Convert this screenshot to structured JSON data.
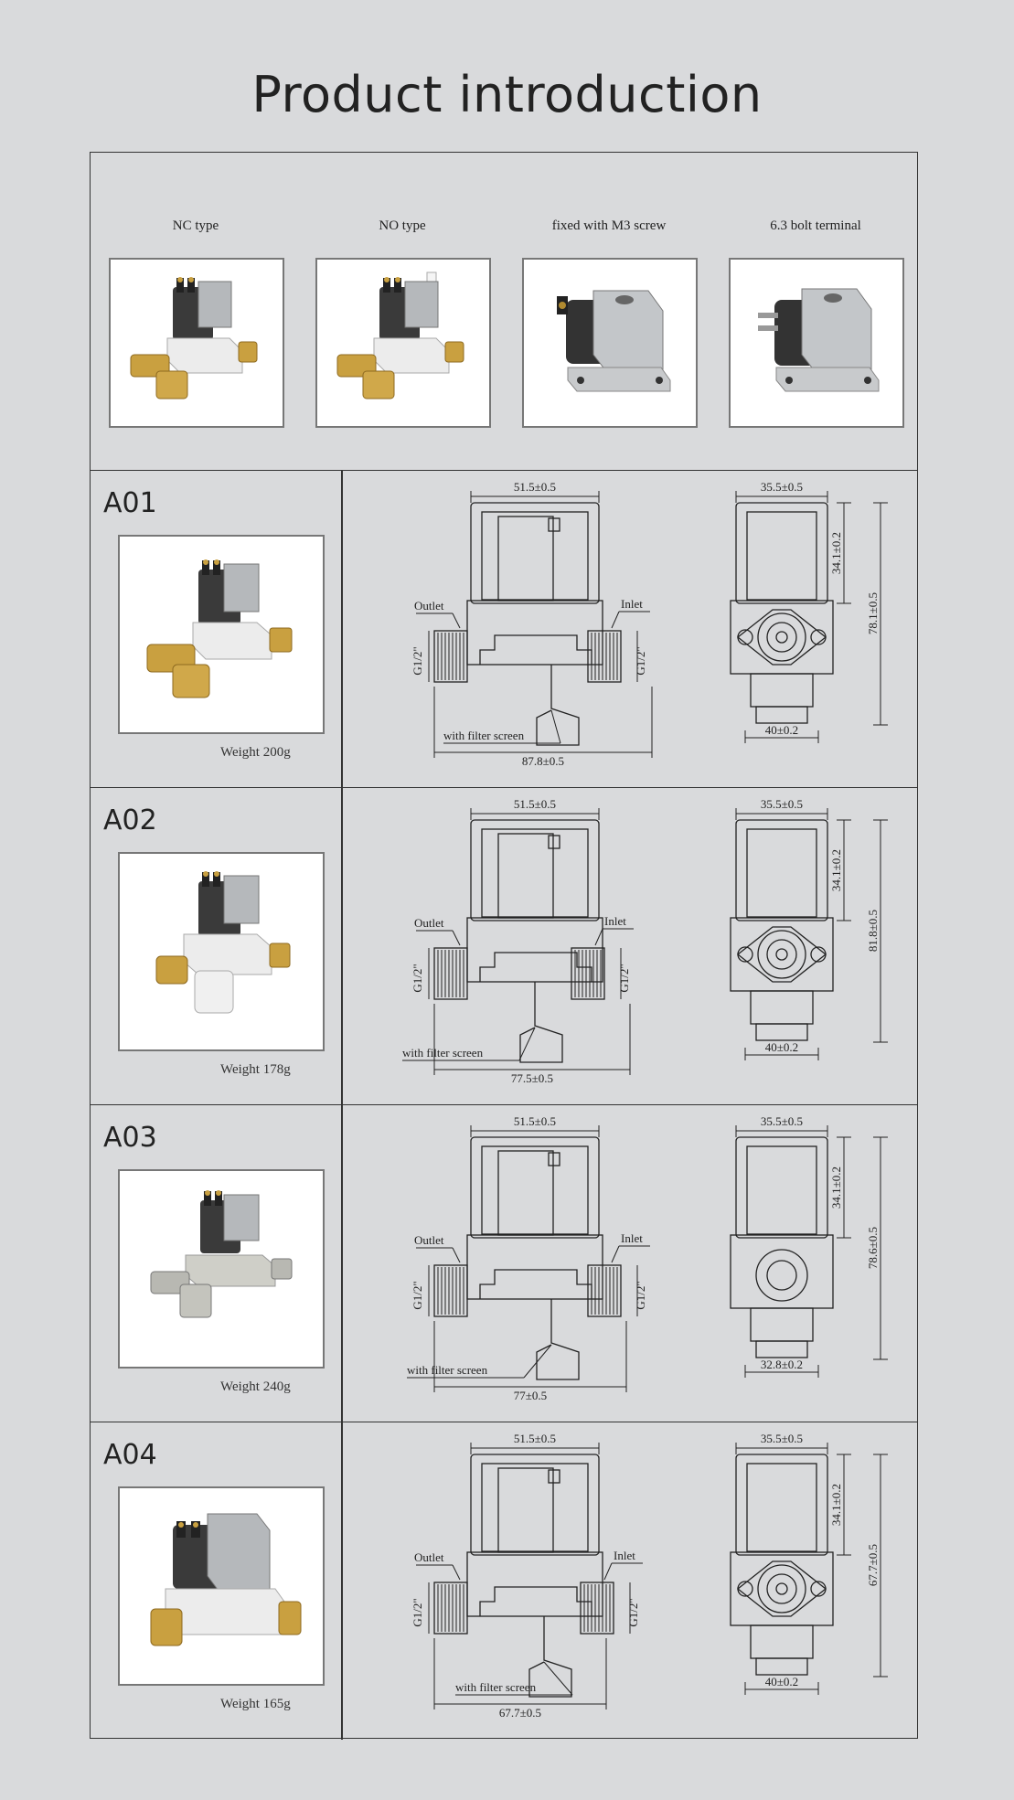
{
  "title": "Product introduction",
  "types": [
    {
      "label": "NC type"
    },
    {
      "label": "NO type"
    },
    {
      "label": "fixed with M3 screw"
    },
    {
      "label": "6.3 bolt terminal"
    }
  ],
  "models": [
    {
      "name": "A01",
      "weight": "Weight 200g",
      "dims": {
        "coil_width": "51.5±0.5",
        "outlet": "Outlet",
        "inlet": "Inlet",
        "thread_left": "G1/2\"",
        "thread_right": "G1/2\"",
        "filter": "with filter screen",
        "length": "87.8±0.5",
        "side_top": "35.5±0.5",
        "side_coil": "34.1±0.2",
        "side_height": "78.1±0.5",
        "side_bottom": "40±0.2"
      }
    },
    {
      "name": "A02",
      "weight": "Weight 178g",
      "dims": {
        "coil_width": "51.5±0.5",
        "outlet": "Outlet",
        "inlet": "Inlet",
        "thread_left": "G1/2\"",
        "thread_right": "G1/2\"",
        "filter": "with filter screen",
        "length": "77.5±0.5",
        "side_top": "35.5±0.5",
        "side_coil": "34.1±0.2",
        "side_height": "81.8±0.5",
        "side_bottom": "40±0.2"
      }
    },
    {
      "name": "A03",
      "weight": "Weight 240g",
      "dims": {
        "coil_width": "51.5±0.5",
        "outlet": "Outlet",
        "inlet": "Inlet",
        "thread_left": "G1/2\"",
        "thread_right": "G1/2\"",
        "filter": "with filter screen",
        "length": "77±0.5",
        "side_top": "35.5±0.5",
        "side_coil": "34.1±0.2",
        "side_height": "78.6±0.5",
        "side_bottom": "32.8±0.2"
      }
    },
    {
      "name": "A04",
      "weight": "Weight 165g",
      "dims": {
        "coil_width": "51.5±0.5",
        "outlet": "Outlet",
        "inlet": "Inlet",
        "thread_left": "G1/2\"",
        "thread_right": "G1/2\"",
        "filter": "with filter screen",
        "length": "67.7±0.5",
        "side_top": "35.5±0.5",
        "side_coil": "34.1±0.2",
        "side_height": "67.7±0.5",
        "side_bottom": "40±0.2"
      }
    }
  ]
}
